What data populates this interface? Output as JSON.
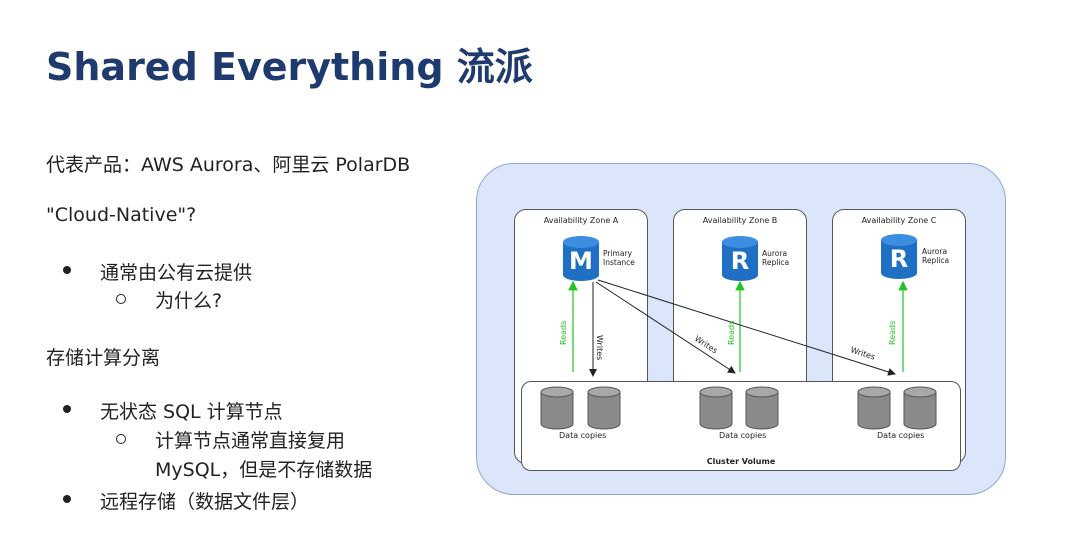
{
  "title": "Shared Everything 流派",
  "products_line": "代表产品：AWS Aurora、阿里云 PolarDB",
  "cloud_native": "\"Cloud-Native\"?",
  "bullet1": "通常由公有云提供",
  "bullet1_sub": "为什么?",
  "separation": "存储计算分离",
  "bullet2": "无状态 SQL 计算节点",
  "bullet2_sub_line1": "计算节点通常直接复用",
  "bullet2_sub_line2": "MySQL，但是不存储数据",
  "bullet3": "远程存储（数据文件层）",
  "diagram": {
    "zone_a": "Availability Zone A",
    "zone_b": "Availability Zone B",
    "zone_c": "Availability Zone C",
    "primary_letter": "M",
    "primary_label_1": "Primary",
    "primary_label_2": "Instance",
    "replica_letter": "R",
    "replica_label_1": "Aurora",
    "replica_label_2": "Replica",
    "reads": "Reads",
    "writes": "Writes",
    "data_copies": "Data copies",
    "cluster_volume": "Cluster Volume"
  },
  "colors": {
    "title": "#1f3a6e",
    "diagram_bg": "#dbe6fb",
    "db_blue": "#1f6fc5",
    "reads_green": "#22c322",
    "storage_gray": "#8a8a8a"
  }
}
